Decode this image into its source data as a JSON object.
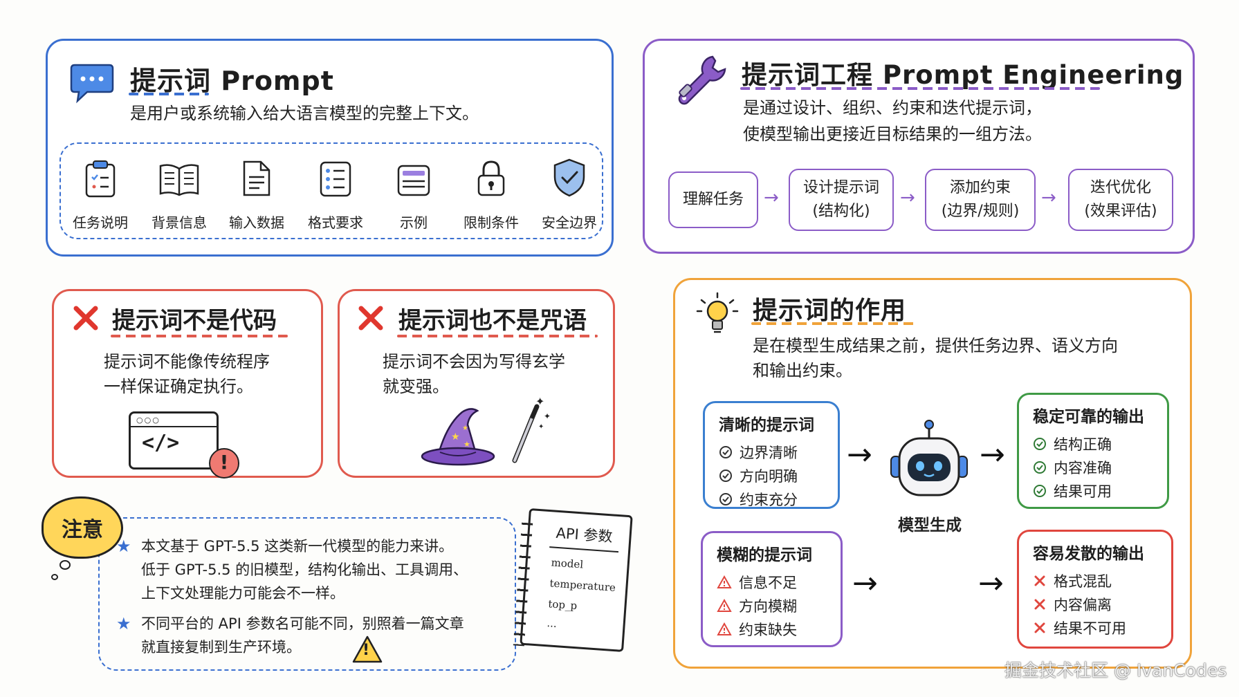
{
  "prompt_panel": {
    "title": "提示词 Prompt",
    "desc": "是用户或系统输入给大语言模型的完整上下文。",
    "components": [
      {
        "label": "任务说明",
        "icon": "clipboard-icon"
      },
      {
        "label": "背景信息",
        "icon": "book-icon"
      },
      {
        "label": "输入数据",
        "icon": "document-icon"
      },
      {
        "label": "格式要求",
        "icon": "list-icon"
      },
      {
        "label": "示例",
        "icon": "example-list-icon"
      },
      {
        "label": "限制条件",
        "icon": "lock-icon"
      },
      {
        "label": "安全边界",
        "icon": "shield-icon"
      }
    ],
    "color": "#3a6fd0"
  },
  "engineering_panel": {
    "title": "提示词工程 Prompt Engineering",
    "desc_line1": "是通过设计、组织、约束和迭代提示词，",
    "desc_line2": "使模型输出更接近目标结果的一组方法。",
    "steps": [
      {
        "line1": "理解任务",
        "line2": ""
      },
      {
        "line1": "设计提示词",
        "line2": "(结构化)"
      },
      {
        "line1": "添加约束",
        "line2": "(边界/规则)"
      },
      {
        "line1": "迭代优化",
        "line2": "(效果评估)"
      }
    ],
    "arrow": "→",
    "color": "#8b5cc7"
  },
  "not_code_panel": {
    "title": "提示词不是代码",
    "desc_line1": "提示词不能像传统程序",
    "desc_line2": "一样保证确定执行。",
    "code_tag": "</>",
    "alert": "!",
    "color": "#e05a4e"
  },
  "not_magic_panel": {
    "title": "提示词也不是咒语",
    "desc_line1": "提示词不会因为写得玄学",
    "desc_line2": "就变强。",
    "color": "#e05a4e"
  },
  "role_panel": {
    "title": "提示词的作用",
    "desc_line1": "是在模型生成结果之前，提供任务边界、语义方向",
    "desc_line2": "和输出约束。",
    "clear_prompt": {
      "title": "清晰的提示词",
      "items": [
        "边界清晰",
        "方向明确",
        "约束充分"
      ],
      "color": "#3a7fd0"
    },
    "vague_prompt": {
      "title": "模糊的提示词",
      "items": [
        "信息不足",
        "方向模糊",
        "约束缺失"
      ],
      "color": "#8b5cc7"
    },
    "stable_output": {
      "title": "稳定可靠的输出",
      "items": [
        "结构正确",
        "内容准确",
        "结果可用"
      ],
      "color": "#3f9a45"
    },
    "divergent_output": {
      "title": "容易发散的输出",
      "items": [
        "格式混乱",
        "内容偏离",
        "结果不可用"
      ],
      "color": "#e0463e"
    },
    "robot_label": "模型生成",
    "arrow": "→",
    "color": "#f0a33a"
  },
  "note_panel": {
    "badge": "注意",
    "note1_line1": "本文基于 GPT-5.5 这类新一代模型的能力来讲。",
    "note1_line2": "低于 GPT-5.5 的旧模型，结构化输出、工具调用、",
    "note1_line3": "上下文处理能力可能会不一样。",
    "note2_line1": "不同平台的 API 参数名可能不同，别照着一篇文章",
    "note2_line2": "就直接复制到生产环境。",
    "notebook": {
      "title": "API 参数",
      "params": [
        "model",
        "temperature",
        "top_p",
        "..."
      ]
    },
    "warning": "!"
  },
  "watermark": "掘金技术社区 @ IvanCodes"
}
